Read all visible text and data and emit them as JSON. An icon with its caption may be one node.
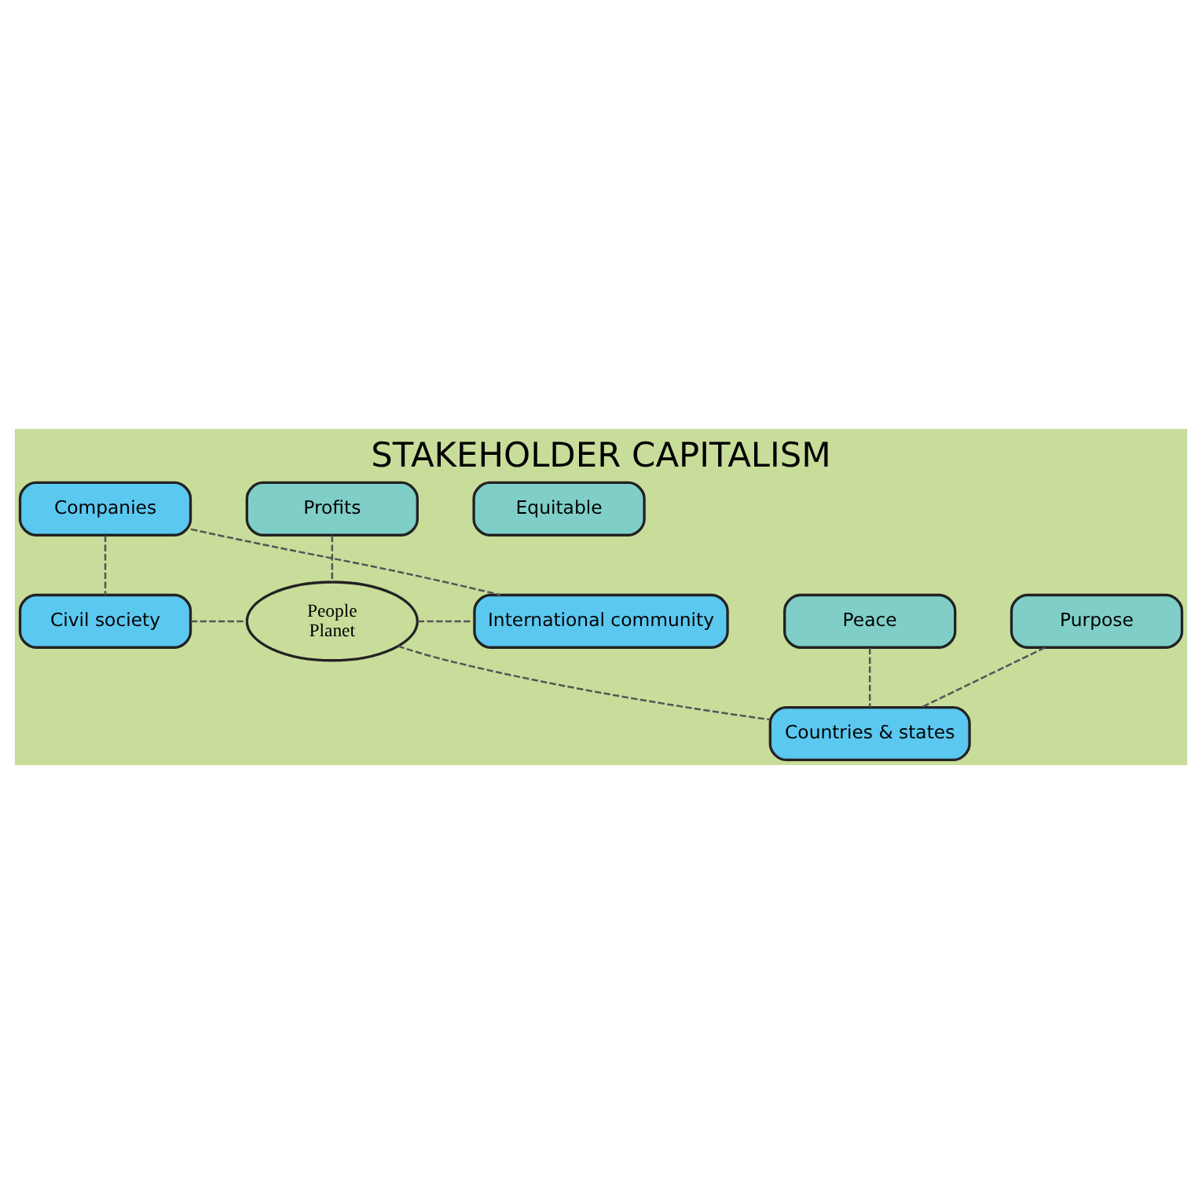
{
  "diagram": {
    "title": "STAKEHOLDER CAPITALISM",
    "nodes": [
      {
        "text": [
          "Companies"
        ]
      },
      {
        "text": [
          "Profits"
        ]
      },
      {
        "text": [
          "Civil society"
        ]
      },
      {
        "text": [
          "Purpose"
        ]
      },
      {
        "text": [
          "People",
          "Planet"
        ]
      },
      {
        "text": [
          "International community"
        ]
      },
      {
        "text": [
          "Peace"
        ]
      },
      {
        "text": [
          "Countries & states"
        ]
      },
      {
        "text": [
          "Equitable"
        ]
      }
    ],
    "edges": [
      {
        "from": 0,
        "to": 2,
        "arrow": "none",
        "style": "dashed"
      },
      {
        "from": 0,
        "to": 5,
        "arrow": "none",
        "style": "dashed"
      },
      {
        "from": 1,
        "to": 4,
        "arrow": "none",
        "style": "dashed"
      },
      {
        "from": 2,
        "to": 4,
        "arrow": "none",
        "style": "dashed"
      },
      {
        "from": 4,
        "to": 5,
        "arrow": "none",
        "style": "dashed"
      },
      {
        "from": 4,
        "to": 7,
        "arrow": "none",
        "style": "dashed"
      },
      {
        "from": 3,
        "to": 7,
        "arrow": "none",
        "style": "dashed"
      },
      {
        "from": 6,
        "to": 7,
        "arrow": "none",
        "style": "dashed"
      }
    ]
  }
}
